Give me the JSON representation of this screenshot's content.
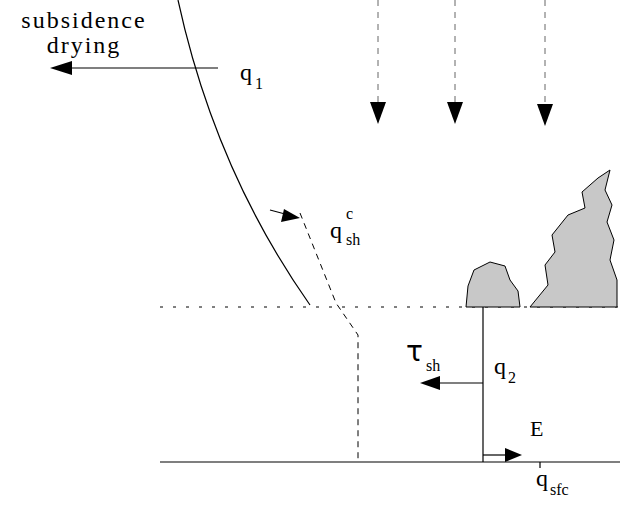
{
  "diagram": {
    "labels": [
      "subsidence drying",
      "q",
      "1",
      "q",
      "c",
      "sh",
      "τ",
      "sh",
      "q",
      "2",
      "E",
      "q",
      "sfc"
    ]
  }
}
